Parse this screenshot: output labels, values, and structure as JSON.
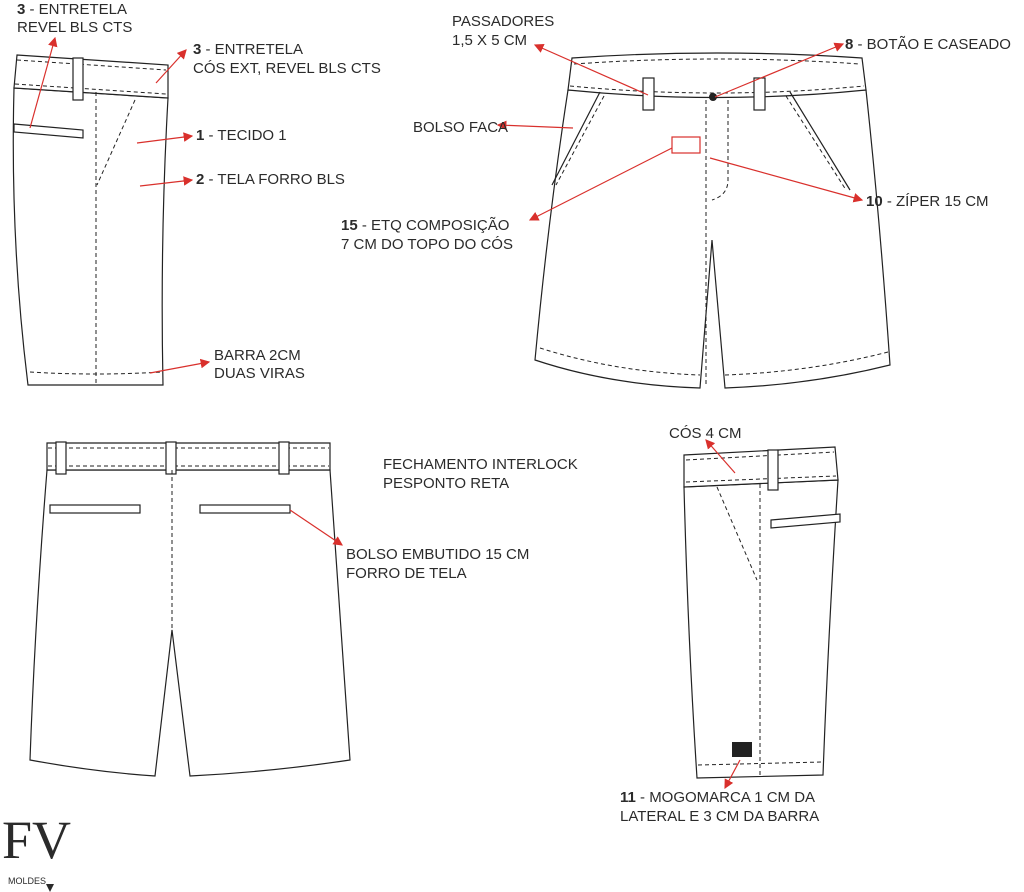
{
  "labels": {
    "entretela_revel": {
      "num": "3",
      "line1": " - ENTRETELA",
      "line2": "REVEL BLS CTS"
    },
    "entretela_cos": {
      "num": "3",
      "line1": " - ENTRETELA",
      "line2": "CÓS EXT, REVEL BLS CTS"
    },
    "tecido": {
      "num": "1",
      "text": " - TECIDO 1"
    },
    "tela_forro": {
      "num": "2",
      "text": " - TELA FORRO BLS"
    },
    "barra": {
      "line1": "BARRA 2CM",
      "line2": "DUAS VIRAS"
    },
    "passadores": {
      "line1": "PASSADORES",
      "line2": "1,5 X 5 CM"
    },
    "botao": {
      "num": "8",
      "text": " - BOTÃO E CASEADO"
    },
    "bolso_faca": {
      "text": "BOLSO FACA"
    },
    "ziper": {
      "num": "10",
      "text": " - ZÍPER 15 CM"
    },
    "etq": {
      "num": "15",
      "line1": " - ETQ COMPOSIÇÃO",
      "line2": "7 CM DO TOPO DO CÓS"
    },
    "fechamento": {
      "line1": "FECHAMENTO INTERLOCK",
      "line2": "PESPONTO RETA"
    },
    "bolso_embutido": {
      "line1": "BOLSO EMBUTIDO 15 CM",
      "line2": "FORRO DE TELA"
    },
    "cos": {
      "text": "CÓS 4 CM"
    },
    "mogomarca": {
      "num": "11",
      "line1": " - MOGOMARCA 1 CM DA",
      "line2": "LATERAL E 3 CM DA BARRA"
    }
  },
  "logo": {
    "mark": "FV",
    "sub": "MOLDES"
  },
  "colors": {
    "arrow": "#d9302c",
    "line": "#222222"
  }
}
